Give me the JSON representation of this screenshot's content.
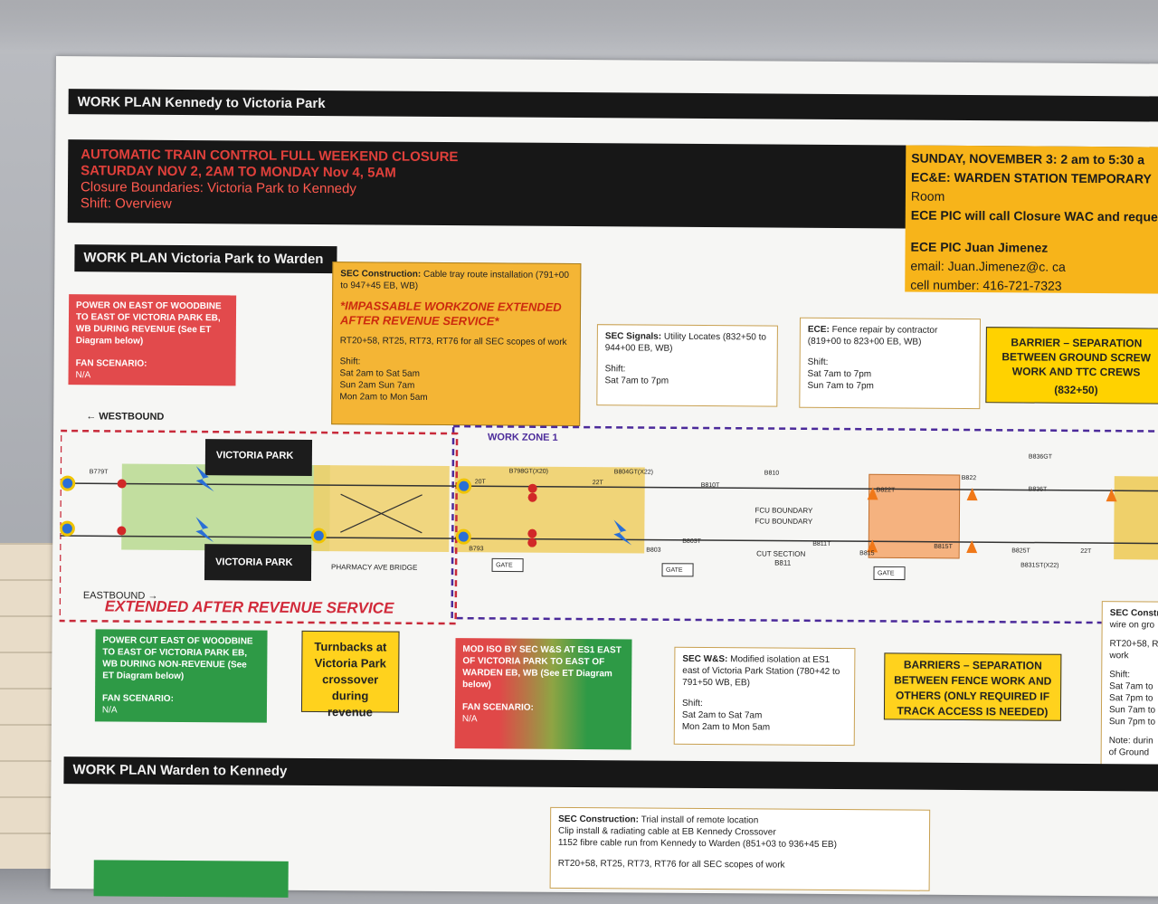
{
  "headers": {
    "kennedy_victoria": "WORK PLAN Kennedy to Victoria Park",
    "victoria_warden": "WORK PLAN Victoria Park to Warden",
    "warden_kennedy": "WORK PLAN Warden to Kennedy"
  },
  "closure": {
    "line1": "AUTOMATIC TRAIN CONTROL FULL WEEKEND CLOSURE",
    "line2": "SATURDAY NOV 2, 2AM TO MONDAY Nov 4, 5AM",
    "line3": "Closure Boundaries: Victoria Park to Kennedy",
    "line4": "Shift: Overview"
  },
  "sunday_box": {
    "line1": "SUNDAY, NOVEMBER 3: 2 am to 5:30 a",
    "line2": "EC&E: WARDEN STATION TEMPORARY",
    "line3": "Room",
    "line4": "ECE PIC will call Closure WAC and reque",
    "line5": "ECE PIC Juan Jimenez",
    "line6": "email: Juan.Jimenez@c. ca",
    "line7": "cell number: 416-721-7323"
  },
  "power_on_box": {
    "text": "POWER ON EAST OF WOODBINE TO EAST OF VICTORIA PARK EB, WB DURING REVENUE (See ET Diagram below)",
    "fan_label": "FAN SCENARIO:",
    "fan_value": "N/A"
  },
  "sec_construction": {
    "title": "SEC Construction:",
    "desc": "Cable tray route installation (791+00 to 947+45 EB, WB)",
    "impassable": "*IMPASSABLE WORKZONE EXTENDED AFTER REVENUE SERVICE*",
    "scopes": "RT20+58, RT25, RT73, RT76 for all SEC scopes of work",
    "shift_label": "Shift:",
    "shift1": "Sat 2am to Sat 5am",
    "shift2": "Sun 2am Sun 7am",
    "shift3": "Mon 2am to Mon 5am"
  },
  "sec_signals": {
    "title": "SEC Signals:",
    "desc": "Utility Locates (832+50 to 944+00 EB, WB)",
    "shift_label": "Shift:",
    "shift1": "Sat 7am to 7pm"
  },
  "ece_box": {
    "title": "ECE:",
    "desc": "Fence repair by contractor (819+00 to 823+00 EB, WB)",
    "shift_label": "Shift:",
    "shift1": "Sat 7am to 7pm",
    "shift2": "Sun 7am to 7pm"
  },
  "barrier_top": {
    "text": "BARRIER – SEPARATION BETWEEN GROUND SCREW WORK AND TTC CREWS",
    "chainage": "(832+50)"
  },
  "diagram": {
    "westbound": "← WESTBOUND",
    "eastbound": "EASTBOUND →",
    "work_zone": "WORK ZONE 1",
    "station_top": "VICTORIA PARK",
    "station_bottom": "VICTORIA PARK",
    "extended": "EXTENDED AFTER REVENUE SERVICE",
    "bridge": "PHARMACY AVE BRIDGE",
    "fcu1": "FCU BOUNDARY",
    "fcu2": "FCU BOUNDARY",
    "cut_section": "CUT SECTION",
    "cut_id": "B811",
    "gate1": "GATE",
    "gate2": "GATE",
    "gate3": "GATE",
    "signals": [
      "B779T",
      "B798GT(X20)",
      "B804GT(X22)",
      "B810",
      "B822",
      "B836GT",
      "B836T",
      "B803T",
      "B811T",
      "B815",
      "B793",
      "B803",
      "B831ST(X22)",
      "20T",
      "22T",
      "B810T",
      "B822T",
      "B815T",
      "B825T",
      "22T"
    ]
  },
  "green_box": {
    "text": "POWER CUT EAST OF WOODBINE TO EAST OF VICTORIA PARK EB, WB DURING NON-REVENUE (See ET Diagram below)",
    "fan_label": "FAN SCENARIO:",
    "fan_value": "N/A"
  },
  "turnbacks": {
    "text": "Turnbacks at Victoria Park crossover during revenue"
  },
  "mod_iso": {
    "text": "MOD ISO BY SEC W&S AT ES1 EAST OF VICTORIA PARK TO EAST OF WARDEN EB, WB (See ET Diagram below)",
    "fan_label": "FAN SCENARIO:",
    "fan_value": "N/A"
  },
  "sec_ws": {
    "title": "SEC W&S:",
    "desc": "Modified isolation at ES1 east of Victoria Park Station (780+42 to 791+50 WB, EB)",
    "shift_label": "Shift:",
    "shift1": "Sat 2am to Sat 7am",
    "shift2": "Mon 2am to Mon 5am"
  },
  "barriers_bottom": {
    "text": "BARRIERS – SEPARATION BETWEEN FENCE WORK AND OTHERS (ONLY REQUIRED IF TRACK ACCESS IS NEEDED)"
  },
  "sec_right": {
    "title": "SEC Constr",
    "line1": "wire on gro",
    "line2": "RT20+58, R",
    "line3": "work",
    "shift_label": "Shift:",
    "s1": "Sat 7am to",
    "s2": "Sat 7pm to",
    "s3": "Sun 7am to",
    "s4": "Sun 7pm to",
    "note1": "Note: durin",
    "note2": "of Ground"
  },
  "sec_bottom": {
    "title": "SEC Construction:",
    "desc": "Trial install of remote location",
    "line2": "Clip install & radiating cable at EB Kennedy Crossover",
    "line3": "1152 fibre cable run from Kennedy to Warden (851+03 to 936+45 EB)",
    "line4": "RT20+58, RT25, RT73, RT76 for all SEC scopes of work"
  },
  "colors": {
    "header_bar": "#171717",
    "closure_red": "#e0403b",
    "orange_box": "#f4b535",
    "barrier_yellow": "#ffd21d",
    "green_box": "#2e9a46",
    "red_box": "#e24a4c",
    "zone_green": "#b9d98f",
    "zone_yellow": "#efd06a",
    "zone_orange": "#f5b27f",
    "workzone_purple": "#4b2a9a"
  }
}
